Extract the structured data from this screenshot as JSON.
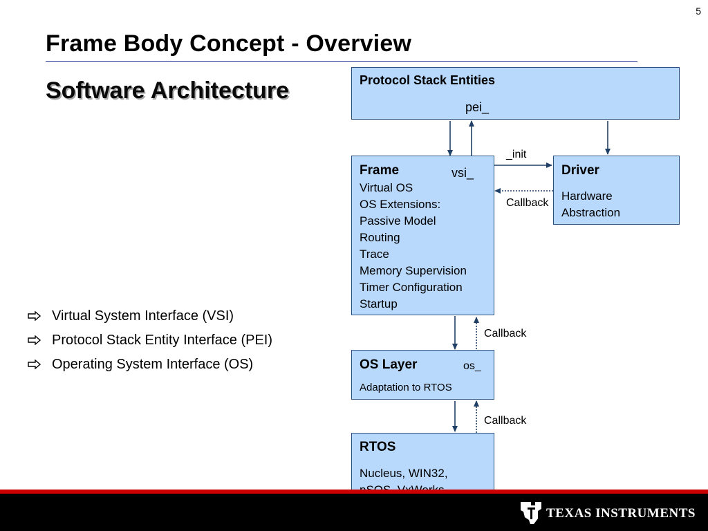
{
  "slide": {
    "page_number": "5",
    "title": "Frame Body Concept - Overview",
    "subtitle": "Software Architecture"
  },
  "bullets": [
    "Virtual System Interface (VSI)",
    "Protocol Stack Entity Interface (PEI)",
    "Operating System Interface (OS)"
  ],
  "diagram": {
    "pse": {
      "title": "Protocol Stack Entities",
      "prefix": "pei_"
    },
    "frame": {
      "title": "Frame",
      "prefix": "vsi_",
      "lines": [
        "Virtual OS",
        "OS Extensions:",
        "Passive Model",
        "Routing",
        "Trace",
        "Memory Supervision",
        "Timer Configuration",
        "Startup"
      ]
    },
    "driver": {
      "title": "Driver",
      "lines": [
        "Hardware",
        "Abstraction"
      ]
    },
    "os_layer": {
      "title": "OS Layer",
      "prefix": "os_",
      "desc": "Adaptation to RTOS"
    },
    "rtos": {
      "title": "RTOS",
      "lines": [
        "Nucleus, WIN32,",
        "pSOS, VxWorks"
      ]
    },
    "labels": {
      "init": "_init",
      "callback_driver": "Callback",
      "callback_os": "Callback",
      "callback_rtos": "Callback"
    }
  },
  "footer": {
    "company": "Texas Instruments",
    "logo_icon": "ti-logo-icon"
  }
}
